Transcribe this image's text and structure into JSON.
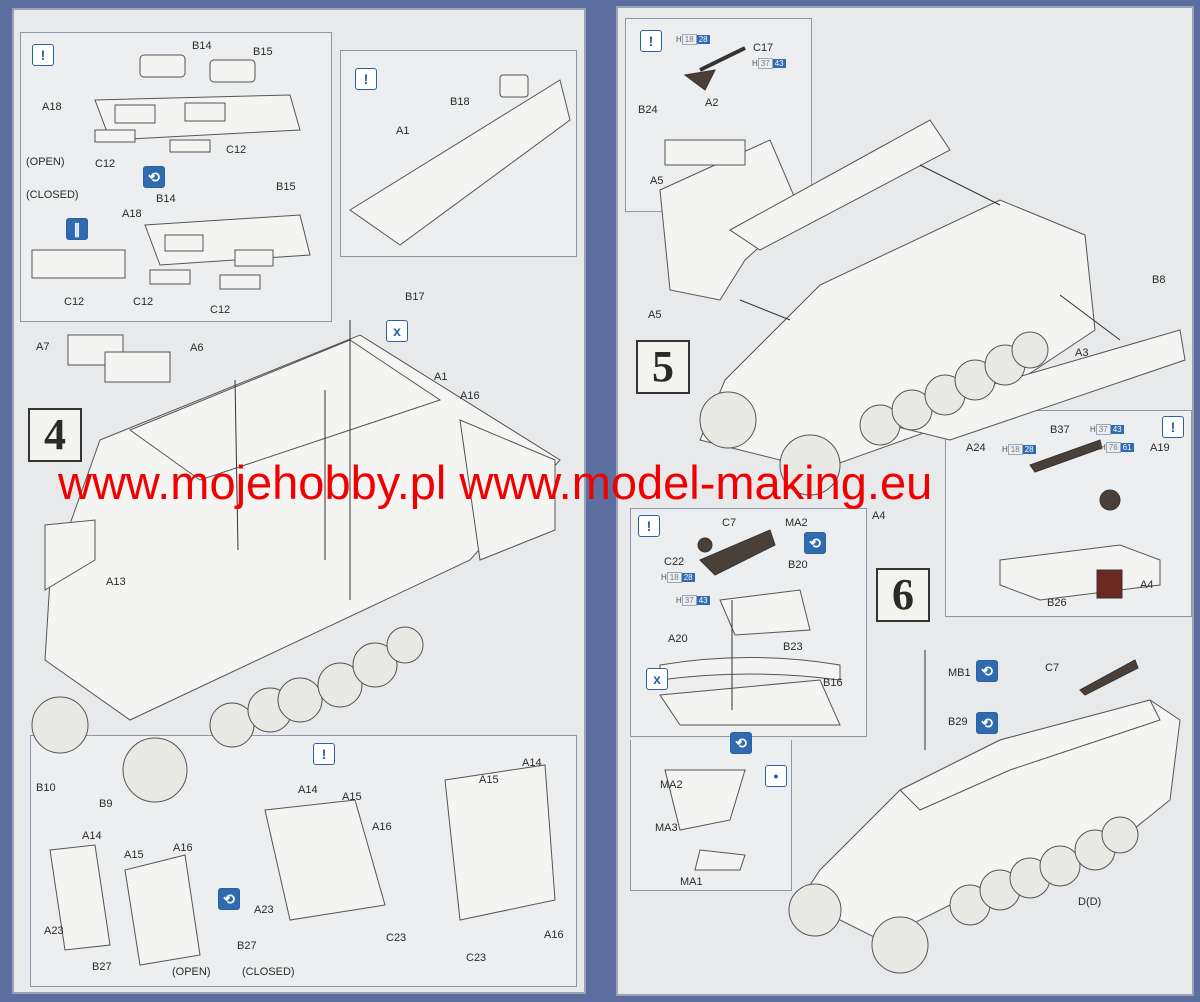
{
  "steps": {
    "step4": "4",
    "step5": "5",
    "step6": "6"
  },
  "watermark": "www.mojehobby.pl www.model-making.eu",
  "left_page": {
    "inset_top_left": [
      "B14",
      "B15",
      "A18",
      "(OPEN)",
      "C12",
      "C12",
      "(CLOSED)",
      "B14",
      "B15",
      "A18",
      "C12",
      "C12",
      "C12"
    ],
    "inset_top_right": [
      "B18",
      "A1"
    ],
    "main": [
      "B17",
      "A7",
      "A6",
      "A1",
      "A16",
      "A13",
      "B10",
      "B9"
    ],
    "inset_bottom": [
      "A14",
      "A15",
      "A16",
      "A23",
      "B27",
      "(OPEN)",
      "A14",
      "A15",
      "A16",
      "A23",
      "B27",
      "(CLOSED)",
      "A15",
      "A14",
      "C23",
      "C23",
      "A16"
    ]
  },
  "right_page": {
    "inset_top": [
      "C17",
      "B24",
      "A5"
    ],
    "main5": [
      "A2",
      "A5",
      "B8",
      "A3",
      "A4"
    ],
    "inset_right": [
      "B37",
      "A24",
      "A19",
      "B26",
      "A4"
    ],
    "inset_left": [
      "C7",
      "MA2",
      "C22",
      "B20",
      "A20",
      "B23",
      "B16",
      "MA2",
      "MA3",
      "MA1"
    ],
    "main6": [
      "MB1",
      "C7",
      "B29",
      "D(D)"
    ]
  },
  "paint_badges": [
    {
      "h": "H",
      "a": "18",
      "b": "28"
    },
    {
      "h": "H",
      "a": "37",
      "b": "43"
    },
    {
      "h": "H",
      "a": "76",
      "b": "61"
    }
  ],
  "icons": {
    "glue": "!",
    "flip": "⟲",
    "cement": "x",
    "drop": "•"
  }
}
